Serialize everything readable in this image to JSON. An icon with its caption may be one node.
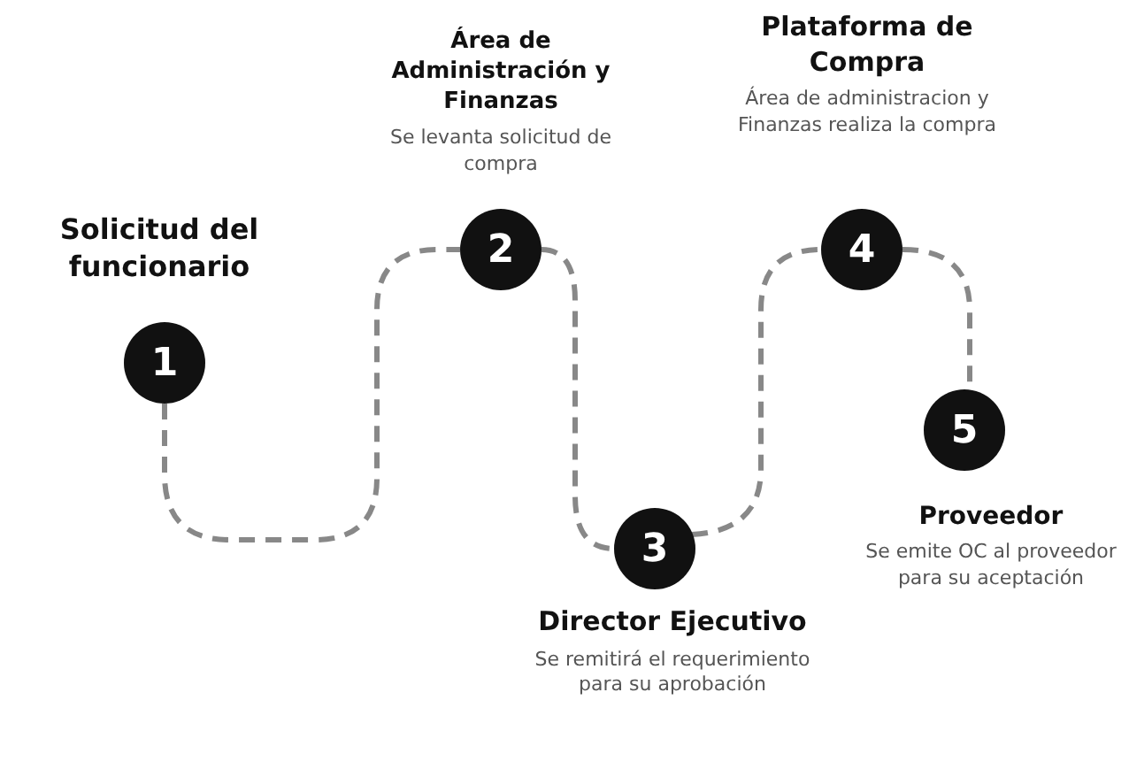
{
  "diagram": {
    "nodes": [
      {
        "text": [
          "1"
        ],
        "beside": [
          "Solicitud del funcionario"
        ]
      },
      {
        "text": [
          "2"
        ],
        "beside": [
          "Área de Administración y Finanzas",
          "Se levanta solicitud de compra"
        ]
      },
      {
        "text": [
          "3"
        ],
        "beside": [
          "Director Ejecutivo",
          "Se remitirá el requerimiento para su aprobación"
        ]
      },
      {
        "text": [
          "4"
        ],
        "beside": [
          "Plataforma de Compra",
          "Área de administracion y Finanzas realiza la compra"
        ]
      },
      {
        "text": [
          "5"
        ],
        "beside": [
          "Proveedor",
          "Se emite OC al proveedor para su aceptación"
        ]
      }
    ],
    "edges": [
      {
        "from": 0,
        "to": 1,
        "arrow": "none"
      },
      {
        "from": 1,
        "to": 2,
        "arrow": "none"
      },
      {
        "from": 2,
        "to": 3,
        "arrow": "none"
      },
      {
        "from": 3,
        "to": 4,
        "arrow": "none"
      }
    ]
  }
}
